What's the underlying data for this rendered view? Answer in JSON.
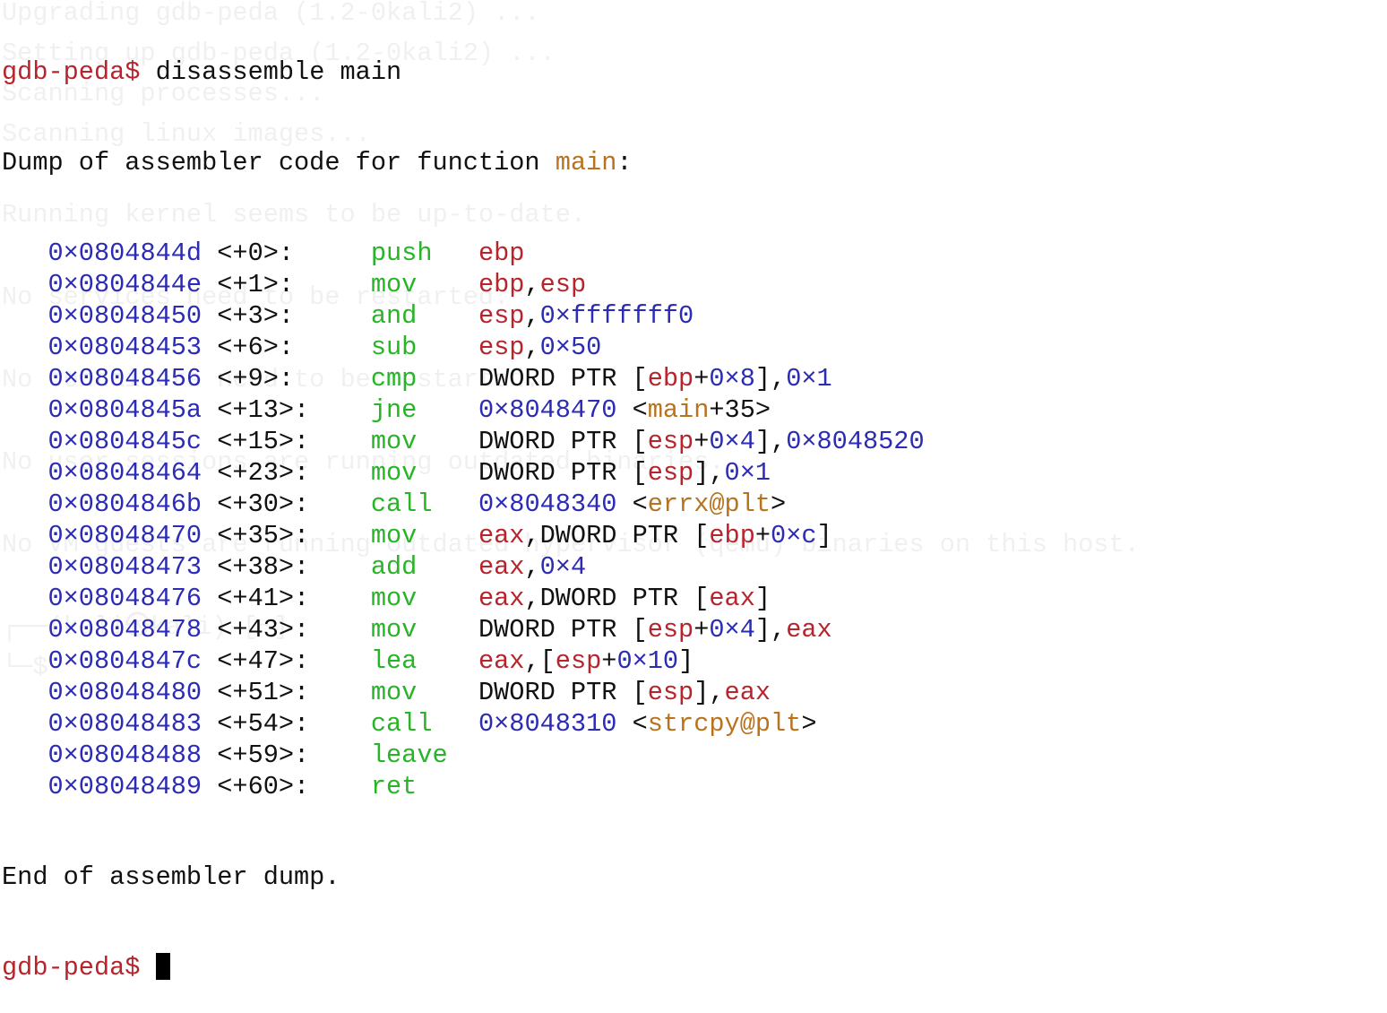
{
  "ghost_lines": [
    "Upgrading gdb-peda (1.2-0kali2) ...",
    "Setting up gdb-peda (1.2-0kali2) ...",
    "Scanning processes...",
    "Scanning linux images...",
    "Running kernel seems to be up-to-date.",
    "No services need to be restarted.",
    "No containers need to be restarted.",
    "No user sessions are running outdated binaries.",
    "No VM guests are running outdated hypervisor (qemu) binaries on this host.",
    "┌──(kali㉿kali)-[~]",
    "└─$"
  ],
  "colors": {
    "r": "#b8242c",
    "b": "#2b2bb5",
    "g": "#27b427",
    "o": "#b8731f",
    "k": "#111111"
  },
  "terminal": {
    "prompt": "gdb-peda$",
    "command": "disassemble main",
    "header": [
      "Dump of assembler code for function ",
      "main",
      ":"
    ],
    "footer": "End of assembler dump.",
    "instructions": [
      {
        "addr": "0x0804844d",
        "off": "<+0>:",
        "op": "push",
        "args": [
          [
            "ebp",
            "r"
          ]
        ]
      },
      {
        "addr": "0x0804844e",
        "off": "<+1>:",
        "op": "mov",
        "args": [
          [
            "ebp",
            "r"
          ],
          [
            ",",
            "k"
          ],
          [
            "esp",
            "r"
          ]
        ]
      },
      {
        "addr": "0x08048450",
        "off": "<+3>:",
        "op": "and",
        "args": [
          [
            "esp",
            "r"
          ],
          [
            ",",
            "k"
          ],
          [
            "0xfffffff0",
            "b"
          ]
        ]
      },
      {
        "addr": "0x08048453",
        "off": "<+6>:",
        "op": "sub",
        "args": [
          [
            "esp",
            "r"
          ],
          [
            ",",
            "k"
          ],
          [
            "0x50",
            "b"
          ]
        ]
      },
      {
        "addr": "0x08048456",
        "off": "<+9>:",
        "op": "cmp",
        "args": [
          [
            "DWORD PTR [",
            "k"
          ],
          [
            "ebp",
            "r"
          ],
          [
            "+",
            "k"
          ],
          [
            "0x8",
            "b"
          ],
          [
            "],",
            "k"
          ],
          [
            "0x1",
            "b"
          ]
        ]
      },
      {
        "addr": "0x0804845a",
        "off": "<+13>:",
        "op": "jne",
        "args": [
          [
            "0x8048470",
            "b"
          ],
          [
            " <",
            "k"
          ],
          [
            "main",
            "o"
          ],
          [
            "+35>",
            "k"
          ]
        ]
      },
      {
        "addr": "0x0804845c",
        "off": "<+15>:",
        "op": "mov",
        "args": [
          [
            "DWORD PTR [",
            "k"
          ],
          [
            "esp",
            "r"
          ],
          [
            "+",
            "k"
          ],
          [
            "0x4",
            "b"
          ],
          [
            "],",
            "k"
          ],
          [
            "0x8048520",
            "b"
          ]
        ]
      },
      {
        "addr": "0x08048464",
        "off": "<+23>:",
        "op": "mov",
        "args": [
          [
            "DWORD PTR [",
            "k"
          ],
          [
            "esp",
            "r"
          ],
          [
            "],",
            "k"
          ],
          [
            "0x1",
            "b"
          ]
        ]
      },
      {
        "addr": "0x0804846b",
        "off": "<+30>:",
        "op": "call",
        "args": [
          [
            "0x8048340",
            "b"
          ],
          [
            " <",
            "k"
          ],
          [
            "errx@plt",
            "o"
          ],
          [
            ">",
            "k"
          ]
        ]
      },
      {
        "addr": "0x08048470",
        "off": "<+35>:",
        "op": "mov",
        "args": [
          [
            "eax",
            "r"
          ],
          [
            ",DWORD PTR [",
            "k"
          ],
          [
            "ebp",
            "r"
          ],
          [
            "+",
            "k"
          ],
          [
            "0xc",
            "b"
          ],
          [
            "]",
            "k"
          ]
        ]
      },
      {
        "addr": "0x08048473",
        "off": "<+38>:",
        "op": "add",
        "args": [
          [
            "eax",
            "r"
          ],
          [
            ",",
            "k"
          ],
          [
            "0x4",
            "b"
          ]
        ]
      },
      {
        "addr": "0x08048476",
        "off": "<+41>:",
        "op": "mov",
        "args": [
          [
            "eax",
            "r"
          ],
          [
            ",DWORD PTR [",
            "k"
          ],
          [
            "eax",
            "r"
          ],
          [
            "]",
            "k"
          ]
        ]
      },
      {
        "addr": "0x08048478",
        "off": "<+43>:",
        "op": "mov",
        "args": [
          [
            "DWORD PTR [",
            "k"
          ],
          [
            "esp",
            "r"
          ],
          [
            "+",
            "k"
          ],
          [
            "0x4",
            "b"
          ],
          [
            "],",
            "k"
          ],
          [
            "eax",
            "r"
          ]
        ]
      },
      {
        "addr": "0x0804847c",
        "off": "<+47>:",
        "op": "lea",
        "args": [
          [
            "eax",
            "r"
          ],
          [
            ",[",
            "k"
          ],
          [
            "esp",
            "r"
          ],
          [
            "+",
            "k"
          ],
          [
            "0x10",
            "b"
          ],
          [
            "]",
            "k"
          ]
        ]
      },
      {
        "addr": "0x08048480",
        "off": "<+51>:",
        "op": "mov",
        "args": [
          [
            "DWORD PTR [",
            "k"
          ],
          [
            "esp",
            "r"
          ],
          [
            "],",
            "k"
          ],
          [
            "eax",
            "r"
          ]
        ]
      },
      {
        "addr": "0x08048483",
        "off": "<+54>:",
        "op": "call",
        "args": [
          [
            "0x8048310",
            "b"
          ],
          [
            " <",
            "k"
          ],
          [
            "strcpy@plt",
            "o"
          ],
          [
            ">",
            "k"
          ]
        ]
      },
      {
        "addr": "0x08048488",
        "off": "<+59>:",
        "op": "leave",
        "args": []
      },
      {
        "addr": "0x08048489",
        "off": "<+60>:",
        "op": "ret",
        "args": []
      }
    ]
  }
}
